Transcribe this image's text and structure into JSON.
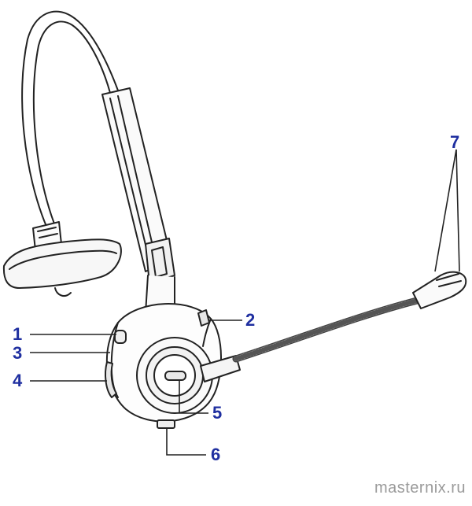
{
  "diagram": {
    "callouts": [
      {
        "id": "1",
        "label": "1"
      },
      {
        "id": "2",
        "label": "2"
      },
      {
        "id": "3",
        "label": "3"
      },
      {
        "id": "4",
        "label": "4"
      },
      {
        "id": "5",
        "label": "5"
      },
      {
        "id": "6",
        "label": "6"
      },
      {
        "id": "7",
        "label": "7"
      }
    ],
    "callout_color": "#1f2fa0",
    "line_color": "#222222"
  },
  "watermark": "masternix.ru"
}
